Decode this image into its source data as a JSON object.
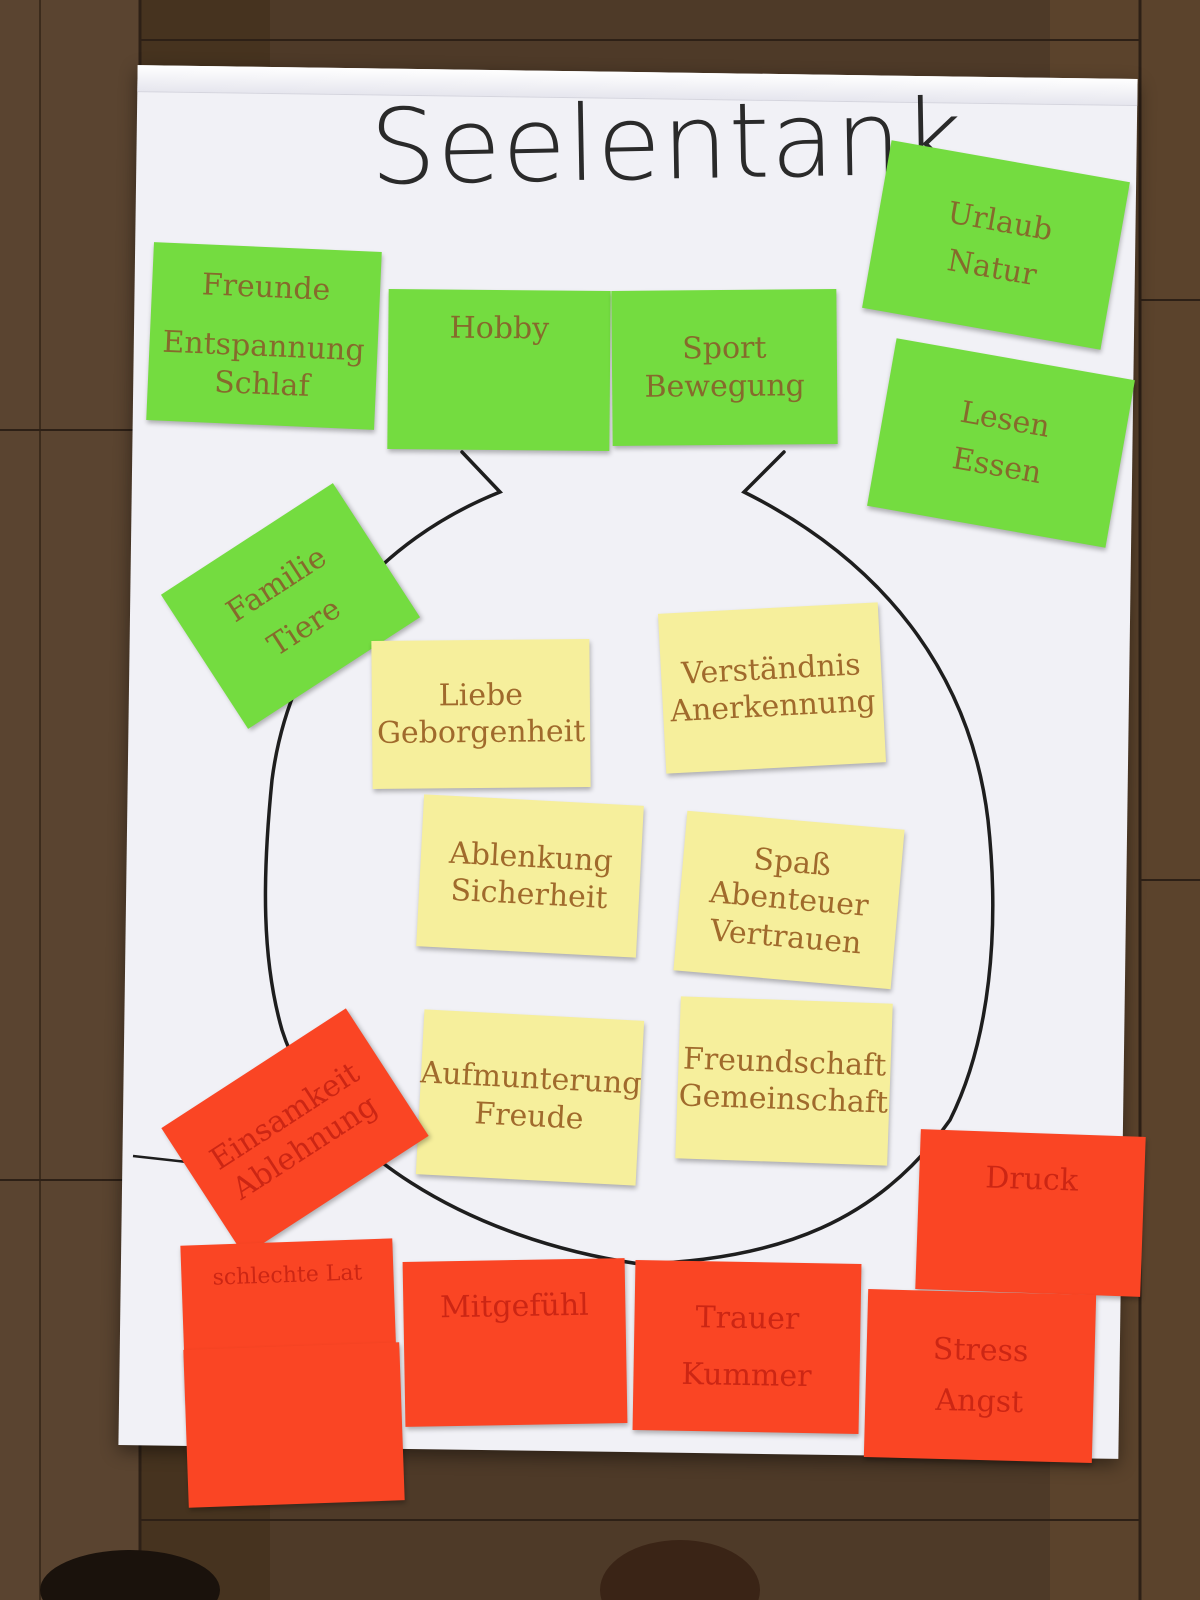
{
  "title": "Seelentank",
  "green_notes": {
    "n1": [
      "Freunde",
      "Entspannung",
      "Schlaf"
    ],
    "n2": [
      "Hobby"
    ],
    "n3": [
      "Sport",
      "Bewegung"
    ],
    "n4": [
      "Urlaub",
      "Natur"
    ],
    "n5": [
      "Lesen",
      "Essen"
    ],
    "n6": [
      "Familie",
      "Tiere"
    ]
  },
  "yellow_notes": {
    "n1": [
      "Liebe",
      "Geborgenheit"
    ],
    "n2": [
      "Verständnis",
      "Anerkennung"
    ],
    "n3": [
      "Ablenkung",
      "Sicherheit"
    ],
    "n4": [
      "Spaß",
      "Abenteuer",
      "Vertrauen"
    ],
    "n5": [
      "Aufmunterung",
      "Freude"
    ],
    "n6": [
      "Freundschaft",
      "Gemeinschaft"
    ]
  },
  "red_notes": {
    "n1": [
      "Einsamkeit",
      "Ablehnung"
    ],
    "n2": [
      "Druck"
    ],
    "n3": [
      "schlechte Lat"
    ],
    "n4": [
      "Mitgefühl"
    ],
    "n5": [
      "Trauer",
      "Kummer"
    ],
    "n6": [
      "Stress",
      "Angst"
    ]
  },
  "colors": {
    "floor": "#4e3a28",
    "paper": "#f1f1f6",
    "green_note": "#74dc40",
    "yellow_note": "#f6ef9c",
    "red_note": "#fa4524",
    "marker": "#1e1e1e"
  }
}
